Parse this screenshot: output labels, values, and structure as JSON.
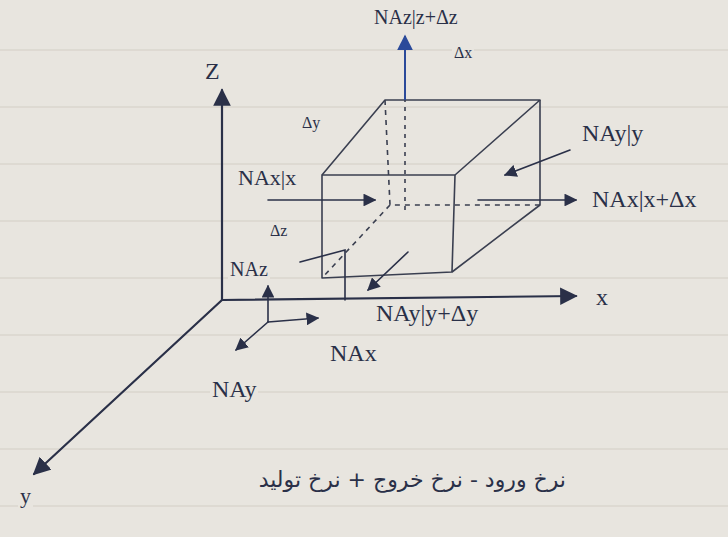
{
  "diagram": {
    "labels": [
      "Z",
      "NAz|z+Δz",
      "Δx",
      "Δy",
      "NAy|y",
      "NAx|x",
      "NAx|x+Δx",
      "Δz",
      "NAz",
      "NAy|y+Δy",
      "NAx",
      "NAy",
      "x",
      "y",
      "نرخ ورود - نرخ خروج + نرخ تولید"
    ]
  }
}
